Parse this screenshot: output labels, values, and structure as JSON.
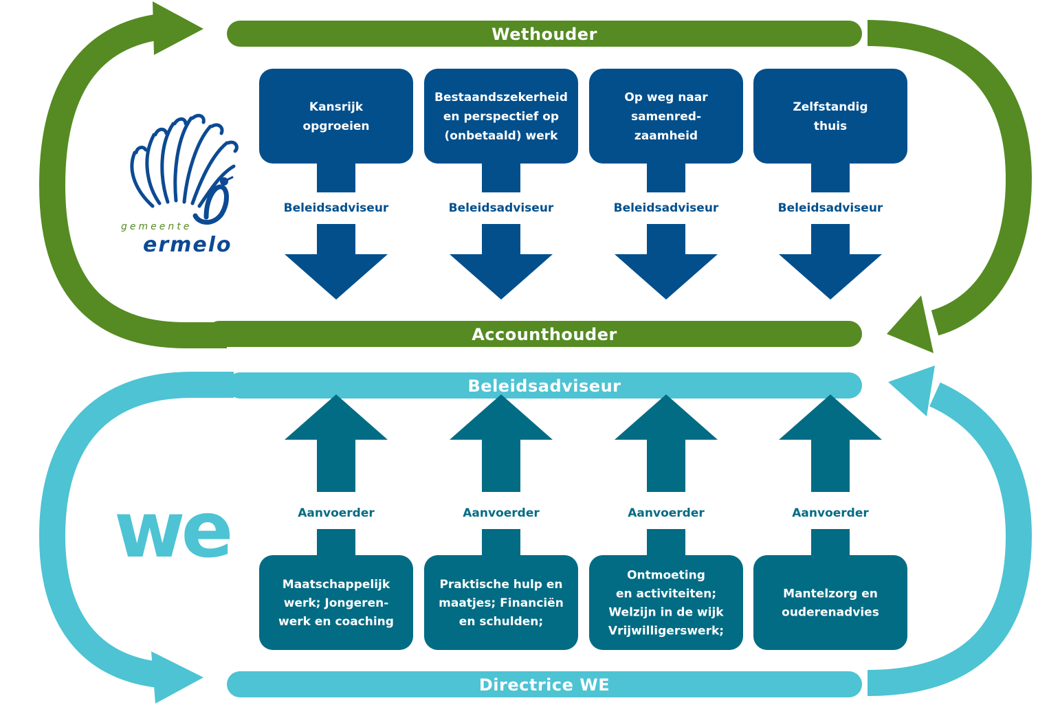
{
  "colors": {
    "green": "#558b22",
    "navy": "#024f8c",
    "cyan": "#4dc3d3",
    "teal": "#026c84",
    "white": "#ffffff"
  },
  "top": {
    "header": "Wethouder",
    "footer": "Accounthouder",
    "connector_label": "Beleidsadviseur",
    "boxes": [
      {
        "lines": [
          "Kansrijk",
          "opgroeien"
        ]
      },
      {
        "lines": [
          "Bestaandszekerheid",
          "en perspectief op",
          "(onbetaald) werk"
        ]
      },
      {
        "lines": [
          "Op weg naar",
          "samenred-",
          "zaamheid"
        ]
      },
      {
        "lines": [
          "Zelfstandig",
          "thuis"
        ]
      }
    ]
  },
  "bottom": {
    "header": "Beleidsadviseur",
    "footer": "Directrice WE",
    "connector_label": "Aanvoerder",
    "boxes": [
      {
        "lines": [
          "Maatschappelijk",
          "werk; Jongeren-",
          "werk en coaching"
        ]
      },
      {
        "lines": [
          "Praktische hulp en",
          "maatjes; Financiën",
          "en schulden;"
        ]
      },
      {
        "lines": [
          "Ontmoeting",
          "en activiteiten;",
          "Welzijn in de wijk",
          "Vrijwilligerswerk;"
        ]
      },
      {
        "lines": [
          "Mantelzorg en",
          "ouderenadvies"
        ]
      }
    ]
  },
  "logos": {
    "ermelo_small": "gemeente",
    "ermelo_big": "ermelo",
    "we": "we"
  }
}
